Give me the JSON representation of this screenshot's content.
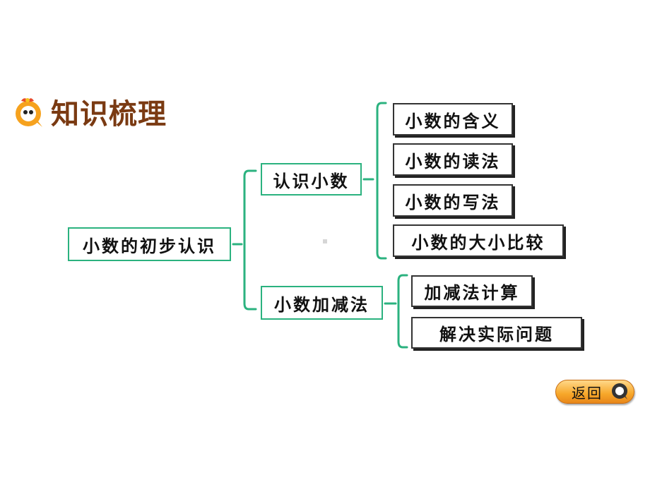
{
  "heading": {
    "title": "知识梳理",
    "icon": "q-logo-icon"
  },
  "diagram": {
    "root": "小数的初步认识",
    "branches": [
      {
        "label": "认识小数",
        "children": [
          "小数的含义",
          "小数的读法",
          "小数的写法",
          "小数的大小比较"
        ]
      },
      {
        "label": "小数加减法",
        "children": [
          "加减法计算",
          "解决实际问题"
        ]
      }
    ]
  },
  "nav": {
    "back_label": "返回",
    "back_icon": "q-return-icon"
  },
  "colors": {
    "bracket": "#2bb27f",
    "heading": "#7a3a12",
    "button": "#f7a72a"
  }
}
